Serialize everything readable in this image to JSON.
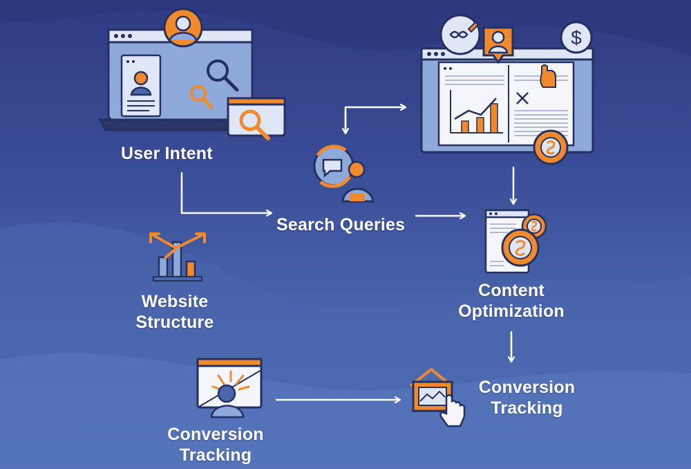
{
  "nodes": {
    "user_intent": {
      "label": "User Intent",
      "icon": "laptop-search-icon"
    },
    "search_queries": {
      "label": "Search Queries",
      "icon": "user-chat-icon"
    },
    "website_structure": {
      "label_line1": "Website",
      "label_line2": "Structure",
      "icon": "bar-chart-arrows-icon"
    },
    "content_optimization": {
      "label_line1": "Content",
      "label_line2": "Optimization",
      "icon": "document-coin-icon"
    },
    "conversion_tracking_right": {
      "label_line1": "Conversion",
      "label_line2": "Tracking",
      "icon": "pointer-click-icon"
    },
    "conversion_tracking_left": {
      "label_line1": "Conversion",
      "label_line2": "Tracking",
      "icon": "browser-user-burst-icon"
    },
    "analytics_dashboard": {
      "icon": "analytics-dashboard-icon"
    },
    "dollar_badge": {
      "symbol": "$",
      "icon": "dollar-circle-icon"
    }
  },
  "colors": {
    "accent_orange": "#f08a2c",
    "panel_light": "#dfe7f6",
    "panel_blue": "#8fa9db",
    "outline_dark": "#24305f",
    "arrow_white": "#ffffff",
    "text_white": "#ffffff"
  }
}
